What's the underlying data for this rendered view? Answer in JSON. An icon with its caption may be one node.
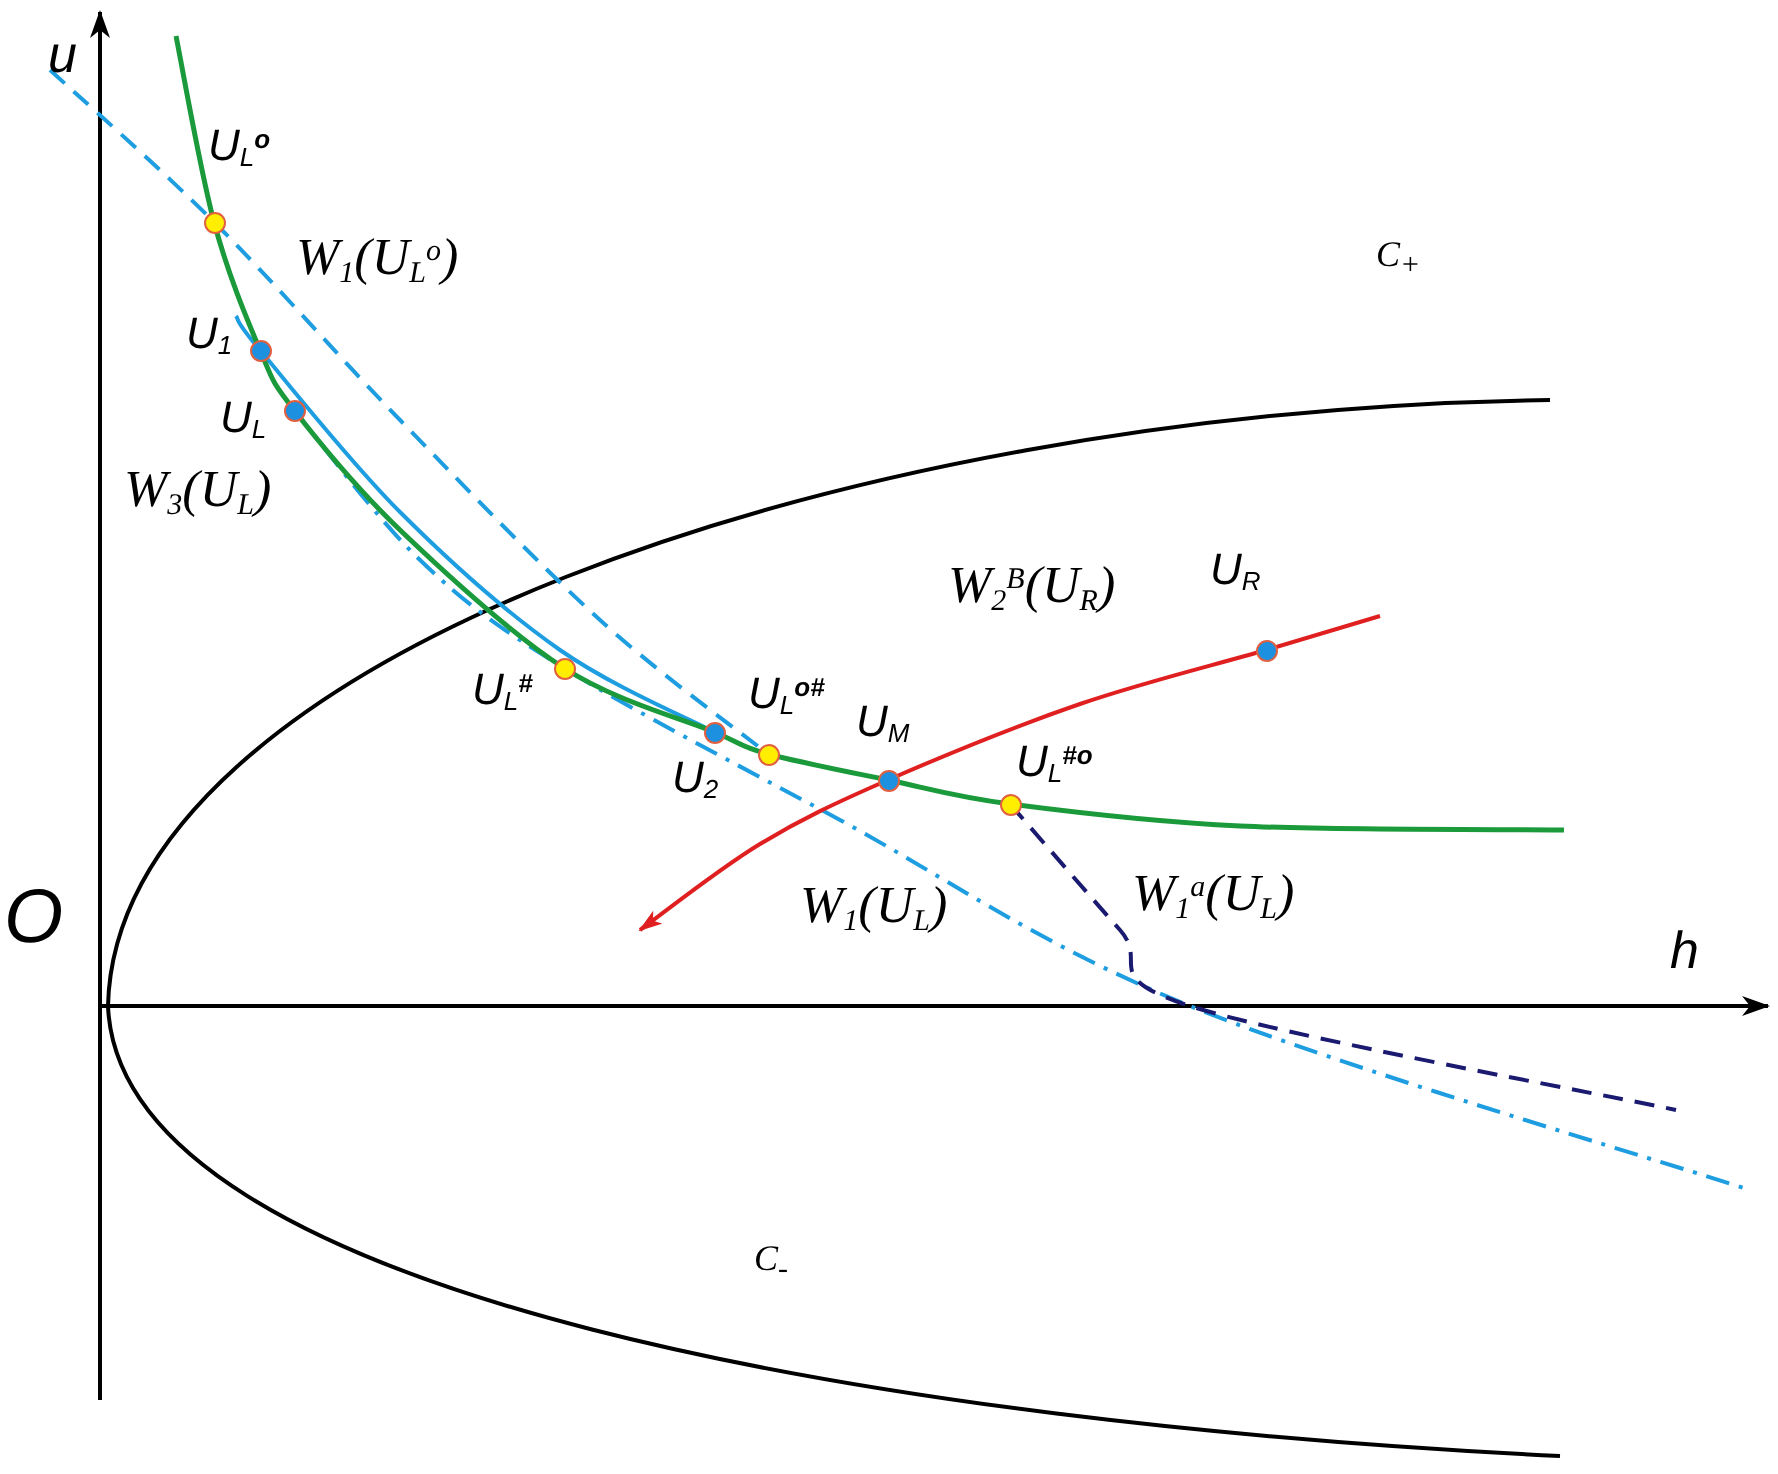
{
  "diagram": {
    "nodes": [
      {
        "text": [],
        "shape": "circle",
        "beside": [
          "U$_{L}$$^{o}$"
        ]
      },
      {
        "text": [],
        "shape": "circle",
        "beside": [
          "U$_{1}$"
        ]
      },
      {
        "text": [],
        "shape": "circle",
        "beside": [
          "U$_{L}$"
        ]
      },
      {
        "text": [],
        "shape": "circle",
        "beside": [
          "U$_{L}$$^{#}$"
        ]
      },
      {
        "text": [],
        "shape": "circle",
        "beside": [
          "U$_{2}$"
        ]
      },
      {
        "text": [],
        "shape": "circle",
        "beside": [
          "U$_{L}$$^{o#}$"
        ]
      },
      {
        "text": [],
        "shape": "circle",
        "beside": [
          "U$_{M}$"
        ]
      },
      {
        "text": [],
        "shape": "circle",
        "beside": [
          "U$_{L}$$^{#o}$"
        ]
      },
      {
        "text": [],
        "shape": "circle",
        "beside": [
          "U$_{R}$"
        ]
      }
    ],
    "labels": [
      "u",
      "W$_{1}$(U$_{L}$$^{o}$)",
      "C$_{+}$",
      "W$_{3}$(U$_{L}$)",
      "W$_{2}$$^{B}$(U$_{R}$)",
      "O",
      "W$_{1}$(U$_{L}$)",
      "W$_{1}$$^{a}$(U$_{L}$)",
      "h",
      "C$_{-}$"
    ]
  }
}
